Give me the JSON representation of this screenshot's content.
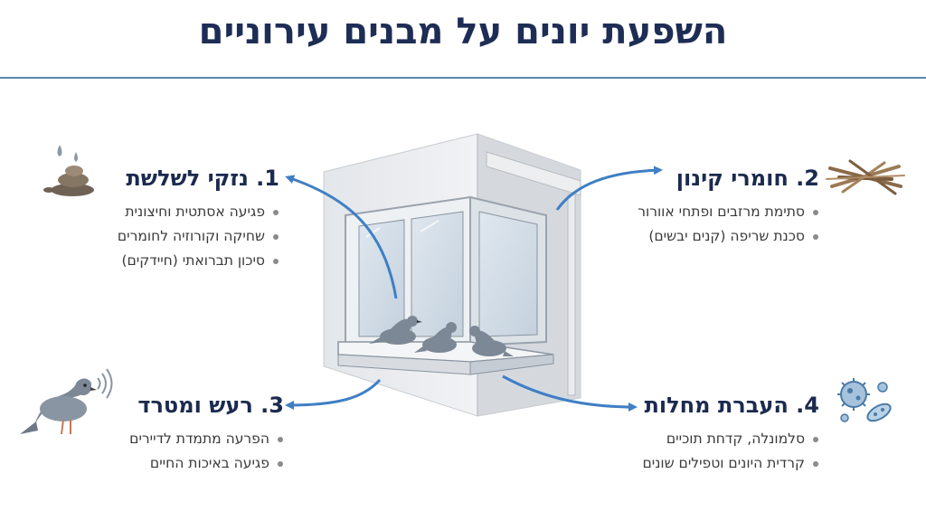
{
  "title": "השפעת יונים על מבנים עירוניים",
  "colors": {
    "title": "#1d2d55",
    "rule": "#5b86b0",
    "arrow": "#3f7fc4",
    "pigeon": "#7d8896"
  },
  "sections": [
    {
      "heading": "1. נזקי לשלשת",
      "icon": "droppings-icon",
      "bullets": [
        "פגיעה אסתטית וחיצונית",
        "שחיקה וקורוזיה לחומרים",
        "סיכון תברואתי (חיידקים)"
      ]
    },
    {
      "heading": "2. חומרי קינון",
      "icon": "nest-twigs-icon",
      "bullets": [
        "סתימת מרזבים ופתחי אוורור",
        "סכנת שריפה (קנים יבשים)"
      ]
    },
    {
      "heading": "3. רעש ומטרד",
      "icon": "cooing-pigeon-icon",
      "bullets": [
        "הפרעה מתמדת לדיירים",
        "פגיעה באיכות החיים"
      ]
    },
    {
      "heading": "4. העברת מחלות",
      "icon": "germs-icon",
      "bullets": [
        "סלמונלה, קדחת תוכיים",
        "קרדית היונים וטפילים שונים"
      ]
    }
  ]
}
